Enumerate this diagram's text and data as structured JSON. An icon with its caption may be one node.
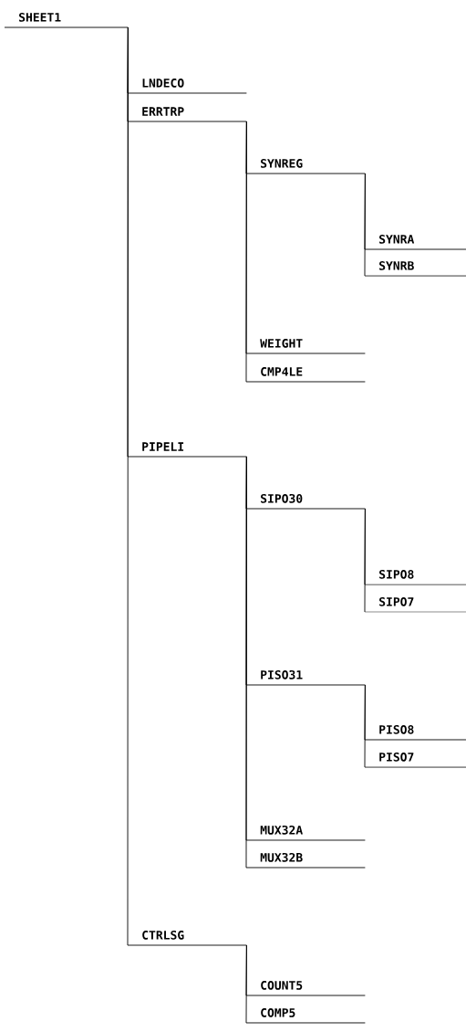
{
  "diagram": {
    "nodes": [
      {
        "text": [
          "SHEET1"
        ]
      },
      {
        "text": [
          "LNDECO"
        ]
      },
      {
        "text": [
          "ERRTRP"
        ]
      },
      {
        "text": [
          "SYNREG"
        ]
      },
      {
        "text": [
          "SYNRA"
        ]
      },
      {
        "text": [
          "SYNRB"
        ]
      },
      {
        "text": [
          "WEIGHT"
        ]
      },
      {
        "text": [
          "CMP4LE"
        ]
      },
      {
        "text": [
          "PIPELI"
        ]
      },
      {
        "text": [
          "SIPO30"
        ]
      },
      {
        "text": [
          "SIPO8"
        ]
      },
      {
        "text": [
          "SIPO7"
        ]
      },
      {
        "text": [
          "PISO31"
        ]
      },
      {
        "text": [
          "PISO8"
        ]
      },
      {
        "text": [
          "PISO7"
        ]
      },
      {
        "text": [
          "MUX32A"
        ]
      },
      {
        "text": [
          "MUX32B"
        ]
      },
      {
        "text": [
          "CTRLSG"
        ]
      },
      {
        "text": [
          "COUNT5"
        ]
      },
      {
        "text": [
          "COMP5"
        ]
      }
    ],
    "edges": [
      {
        "from": 0,
        "to": 1,
        "arrow": "none"
      },
      {
        "from": 0,
        "to": 2,
        "arrow": "none"
      },
      {
        "from": 0,
        "to": 8,
        "arrow": "none"
      },
      {
        "from": 0,
        "to": 17,
        "arrow": "none"
      },
      {
        "from": 2,
        "to": 3,
        "arrow": "none"
      },
      {
        "from": 2,
        "to": 6,
        "arrow": "none"
      },
      {
        "from": 2,
        "to": 7,
        "arrow": "none"
      },
      {
        "from": 3,
        "to": 4,
        "arrow": "none"
      },
      {
        "from": 3,
        "to": 5,
        "arrow": "none"
      },
      {
        "from": 8,
        "to": 9,
        "arrow": "none"
      },
      {
        "from": 8,
        "to": 12,
        "arrow": "none"
      },
      {
        "from": 8,
        "to": 15,
        "arrow": "none"
      },
      {
        "from": 8,
        "to": 16,
        "arrow": "none"
      },
      {
        "from": 9,
        "to": 10,
        "arrow": "none"
      },
      {
        "from": 9,
        "to": 11,
        "arrow": "none"
      },
      {
        "from": 12,
        "to": 13,
        "arrow": "none"
      },
      {
        "from": 12,
        "to": 14,
        "arrow": "none"
      },
      {
        "from": 17,
        "to": 18,
        "arrow": "none"
      },
      {
        "from": 17,
        "to": 19,
        "arrow": "none"
      }
    ]
  }
}
